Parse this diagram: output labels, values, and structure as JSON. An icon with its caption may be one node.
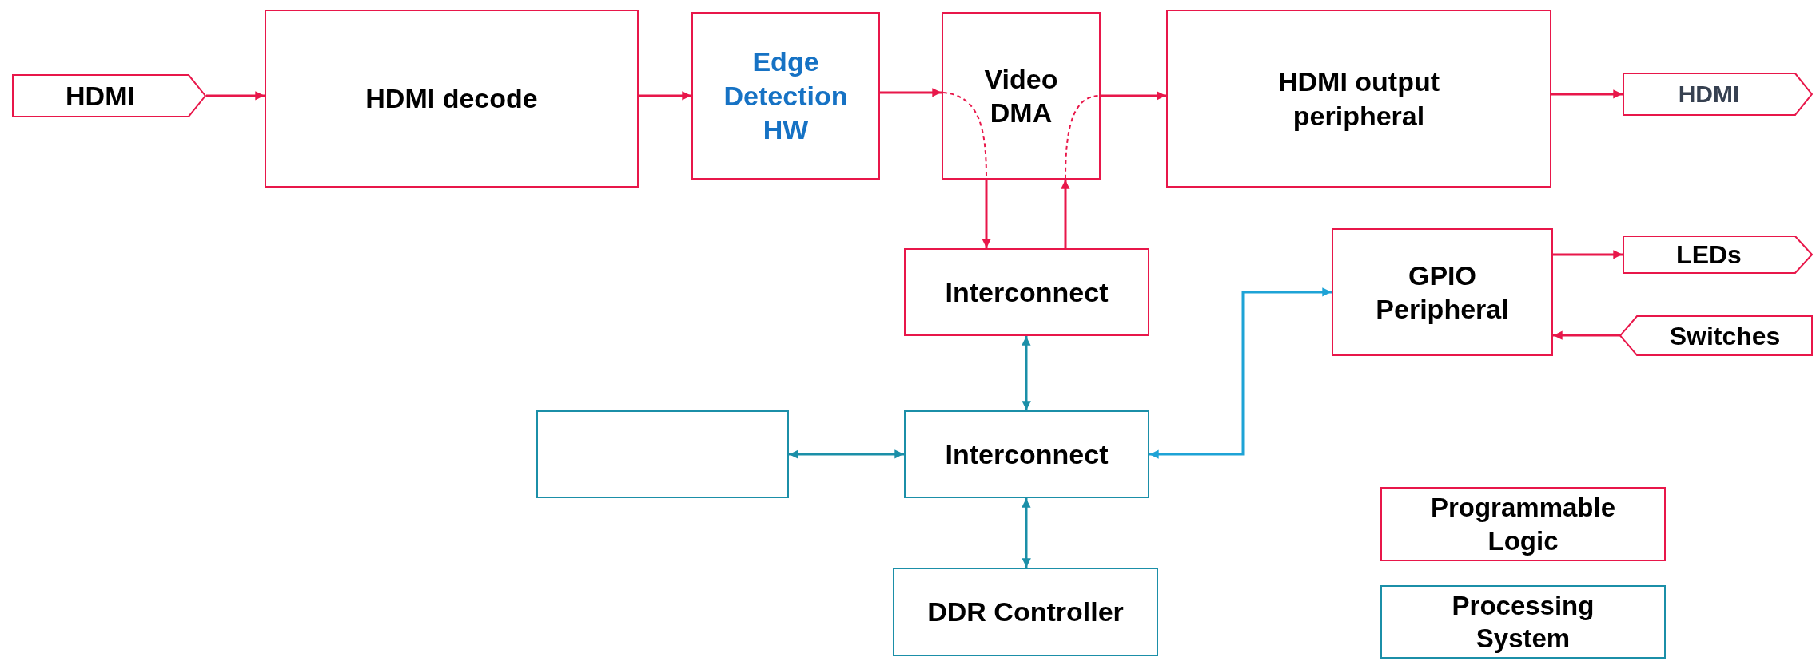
{
  "diagram": {
    "nodes": [
      {
        "text": [
          "HDMI"
        ]
      },
      {
        "text": [
          "HDMI decode"
        ]
      },
      {
        "text": [
          "Edge Detection HW"
        ]
      },
      {
        "text": [
          "Video DMA"
        ]
      },
      {
        "text": [
          "HDMI output peripheral"
        ]
      },
      {
        "text": [
          "HDMI"
        ]
      },
      {
        "text": [
          "Interconnect"
        ]
      },
      {
        "text": [
          "GPIO Peripheral"
        ]
      },
      {
        "text": [
          "LEDs"
        ]
      },
      {
        "text": [
          "Switches"
        ]
      },
      {
        "text": [],
        "shape": "box"
      },
      {
        "text": [
          "Interconnect"
        ]
      },
      {
        "text": [
          "DDR Controller"
        ]
      },
      {
        "text": [
          "Programmable Logic"
        ]
      },
      {
        "text": [
          "Processing System"
        ]
      }
    ],
    "edges": [
      {
        "from": 0,
        "to": 1,
        "arrow": "to"
      },
      {
        "from": 1,
        "to": 2,
        "arrow": "to"
      },
      {
        "from": 2,
        "to": 3,
        "arrow": "to"
      },
      {
        "from": 3,
        "to": 6,
        "arrow": "to"
      },
      {
        "from": 6,
        "to": 3,
        "arrow": "to"
      },
      {
        "from": 3,
        "to": 4,
        "arrow": "to"
      },
      {
        "from": 4,
        "to": 5,
        "arrow": "to"
      },
      {
        "from": 7,
        "to": 8,
        "arrow": "to"
      },
      {
        "from": 9,
        "to": 7,
        "arrow": "to"
      },
      {
        "from": 6,
        "to": 11,
        "arrow": "both",
        "color": "#1b8fa8"
      },
      {
        "from": 10,
        "to": 11,
        "arrow": "both",
        "color": "#1b8fa8"
      },
      {
        "from": 11,
        "to": 12,
        "arrow": "both",
        "color": "#1b8fa8"
      },
      {
        "from": 11,
        "to": 7,
        "arrow": "both",
        "color": "#1ea3d6"
      }
    ]
  }
}
